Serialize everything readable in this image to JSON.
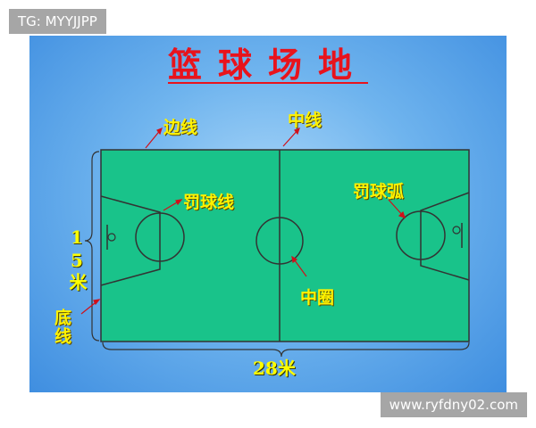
{
  "watermark_top": "TG: MYYJJPP",
  "watermark_bottom": "www.ryfdny02.com",
  "title": "篮球场地",
  "labels": {
    "sideline": "边线",
    "center_line": "中线",
    "free_throw_line": "罚球线",
    "free_throw_arc": "罚球弧",
    "center_circle": "中圈",
    "width": "15米",
    "end_line": "底线",
    "length": "28米"
  },
  "colors": {
    "court": "#19c38a",
    "title": "#e8131c",
    "label": "#fff200",
    "line": "#333333"
  }
}
